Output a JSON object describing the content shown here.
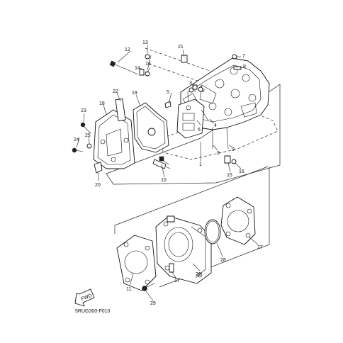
{
  "diagram": {
    "caption": "5RUG300-F010",
    "fwd_label": "FWD",
    "parts": [
      {
        "id": "p1",
        "label": "1"
      },
      {
        "id": "p2",
        "label": "2"
      },
      {
        "id": "p3",
        "label": "3"
      },
      {
        "id": "p4",
        "label": "4"
      },
      {
        "id": "p5",
        "label": "5"
      },
      {
        "id": "p6",
        "label": "6"
      },
      {
        "id": "p7",
        "label": "7"
      },
      {
        "id": "p8",
        "label": "8"
      },
      {
        "id": "p9a",
        "label": "9"
      },
      {
        "id": "p9b",
        "label": "9"
      },
      {
        "id": "p10",
        "label": "10"
      },
      {
        "id": "p11",
        "label": "11"
      },
      {
        "id": "p12",
        "label": "12"
      },
      {
        "id": "p13",
        "label": "13"
      },
      {
        "id": "p14",
        "label": "14"
      },
      {
        "id": "p15",
        "label": "15"
      },
      {
        "id": "p16a",
        "label": "16"
      },
      {
        "id": "p16b",
        "label": "16"
      },
      {
        "id": "p17",
        "label": "17"
      },
      {
        "id": "p18",
        "label": "18"
      },
      {
        "id": "p19",
        "label": "19"
      },
      {
        "id": "p20",
        "label": "20"
      },
      {
        "id": "p21",
        "label": "21"
      },
      {
        "id": "p22",
        "label": "22"
      },
      {
        "id": "p23",
        "label": "23"
      },
      {
        "id": "p24",
        "label": "24"
      },
      {
        "id": "p25",
        "label": "25"
      },
      {
        "id": "p26",
        "label": "26"
      },
      {
        "id": "p27",
        "label": "27"
      },
      {
        "id": "p28",
        "label": "28"
      },
      {
        "id": "p29",
        "label": "29"
      }
    ]
  }
}
